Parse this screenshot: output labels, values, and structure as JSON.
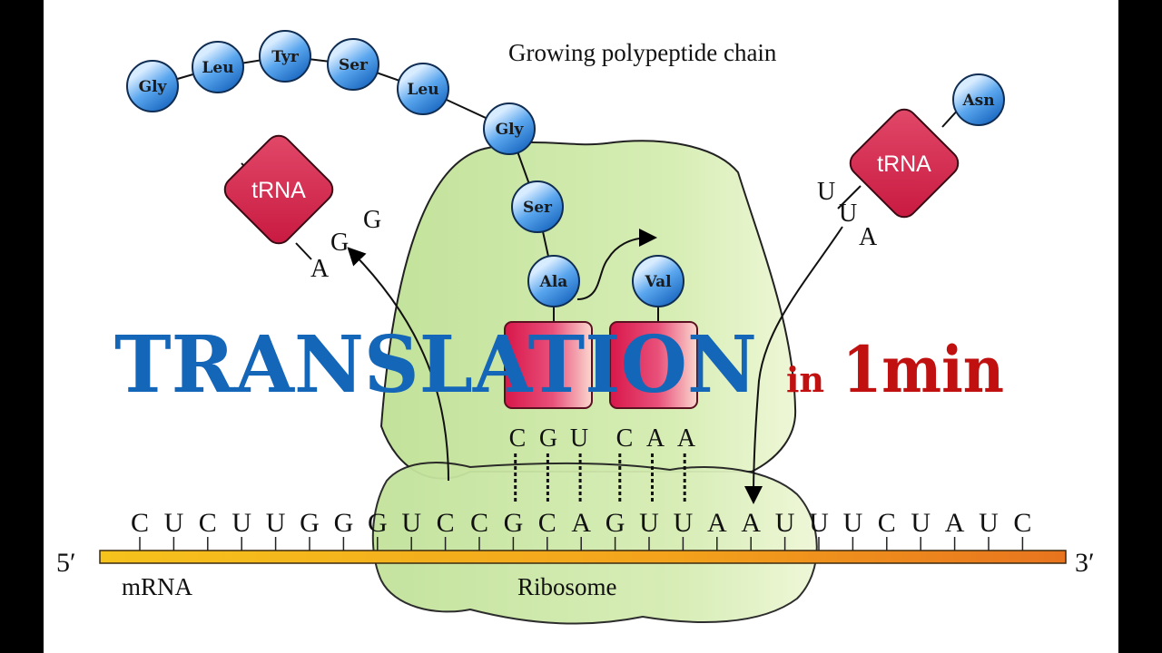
{
  "title": {
    "main": "TRANSLATION",
    "in_word": "in",
    "time": "1min"
  },
  "labels": {
    "growing_chain": "Growing polypeptide chain",
    "mrna": "mRNA",
    "ribosome": "Ribosome",
    "five_prime": "5′",
    "three_prime": "3′",
    "trna": "tRNA"
  },
  "chain": [
    "Gly",
    "Leu",
    "Tyr",
    "Ser",
    "Leu",
    "Gly",
    "Ser",
    "Ala"
  ],
  "incoming_aa": "Val",
  "leaving_trna": {
    "label": "tRNA",
    "anticodon": [
      "G",
      "G",
      "A"
    ]
  },
  "entering_trna": {
    "label": "tRNA",
    "aa": "Asn",
    "anticodon": [
      "U",
      "U",
      "A"
    ]
  },
  "site_anticodons": [
    [
      "C",
      "G",
      "U"
    ],
    [
      "C",
      "A",
      "A"
    ]
  ],
  "mrna_bases": [
    "C",
    "U",
    "C",
    "U",
    "U",
    "G",
    "G",
    "G",
    "U",
    "C",
    "C",
    "G",
    "C",
    "A",
    "G",
    "U",
    "U",
    "A",
    "A",
    "U",
    "U",
    "U",
    "C",
    "U",
    "A",
    "U",
    "C"
  ],
  "colors": {
    "amino_acid": "#3f93e6",
    "trna": "#d0204a",
    "ribosome": "#c8e6a0",
    "mrna": "#f2a418",
    "title": "#1466b8",
    "title_accent": "#c01010"
  }
}
